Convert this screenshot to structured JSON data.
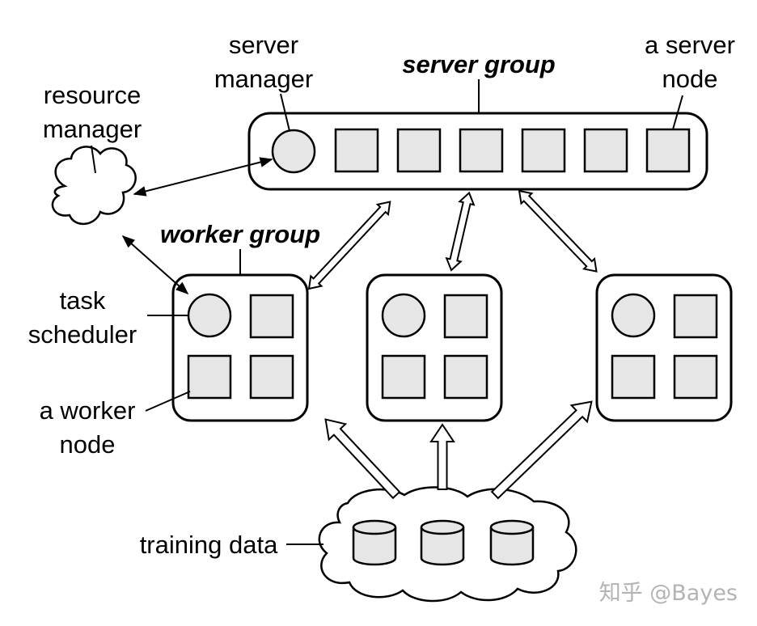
{
  "labels": {
    "server_manager_1": "server",
    "server_manager_2": "manager",
    "server_group": "server group",
    "server_node_1": "a server",
    "server_node_2": "node",
    "resource_manager_1": "resource",
    "resource_manager_2": "manager",
    "worker_group": "worker group",
    "task_scheduler_1": "task",
    "task_scheduler_2": "scheduler",
    "worker_node_1": "a worker",
    "worker_node_2": "node",
    "training_data": "training data"
  },
  "watermark": "知乎 @Bayes",
  "colors": {
    "node_fill": "#e6e6e6",
    "stroke": "#000000",
    "watermark": "#b3b3b3"
  }
}
